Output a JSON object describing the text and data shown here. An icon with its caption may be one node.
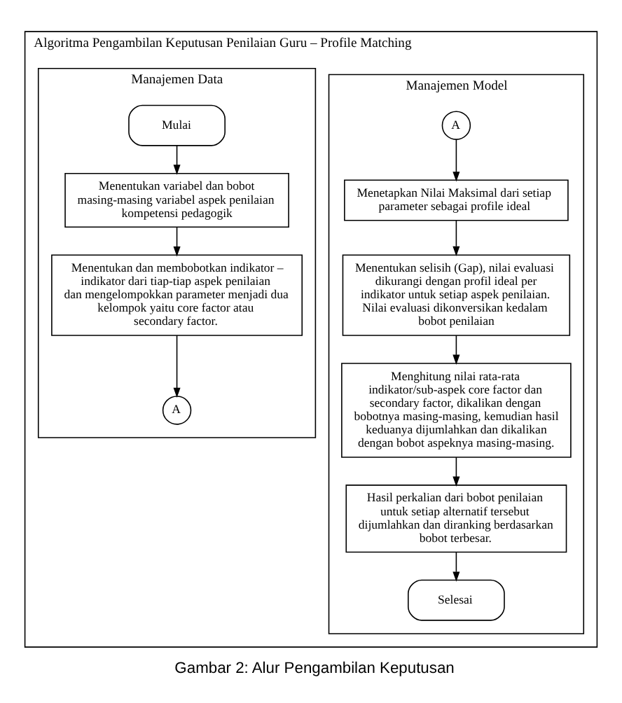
{
  "diagram": {
    "caption": "Gambar 2: Alur Pengambilan Keputusan",
    "nodes": [
      {
        "text": [
          "Algoritma Pengambilan Keputusan Penilaian Guru – Profile Matching"
        ]
      },
      {
        "text": [
          "Manajemen Data"
        ],
        "in": 0
      },
      {
        "text": [
          "Manajemen Model"
        ],
        "in": 0
      },
      {
        "text": [
          "Mulai"
        ],
        "in": 1
      },
      {
        "text": [
          "Menentukan variabel dan bobot masing-masing variabel aspek penilaian kompetensi pedagogik"
        ],
        "in": 1
      },
      {
        "text": [
          "Menentukan dan membobotkan indikator – indikator dari tiap-tiap aspek penilaian dan mengelompokkan parameter menjadi dua kelompok yaitu core factor atau secondary factor."
        ],
        "in": 1
      },
      {
        "text": [
          "A"
        ],
        "in": 1
      },
      {
        "text": [
          "A"
        ],
        "in": 2
      },
      {
        "text": [
          "Menetapkan Nilai Maksimal dari setiap parameter sebagai profile ideal"
        ],
        "in": 2
      },
      {
        "text": [
          "Menentukan selisih (Gap), nilai evaluasi dikurangi dengan profil ideal per indikator untuk setiap aspek penilaian. Nilai evaluasi dikonversikan kedalam bobot penilaian"
        ],
        "in": 2
      },
      {
        "text": [
          "Menghitung nilai rata-rata indikator/sub-aspek core factor dan secondary factor, dikalikan dengan bobotnya masing-masing, kemudian hasil keduanya dijumlahkan dan dikalikan dengan bobot aspeknya masing-masing."
        ],
        "in": 2
      },
      {
        "text": [
          "Hasil perkalian dari bobot penilaian untuk setiap alternatif tersebut dijumlahkan dan diranking berdasarkan bobot terbesar."
        ],
        "in": 2
      },
      {
        "text": [
          "Selesai"
        ],
        "in": 2
      }
    ],
    "edges": [
      {
        "from": 3,
        "to": 4,
        "arrow": "to"
      },
      {
        "from": 4,
        "to": 5,
        "arrow": "to"
      },
      {
        "from": 5,
        "to": 6,
        "arrow": "to"
      },
      {
        "from": 7,
        "to": 8,
        "arrow": "to"
      },
      {
        "from": 8,
        "to": 9,
        "arrow": "to"
      },
      {
        "from": 9,
        "to": 10,
        "arrow": "to"
      },
      {
        "from": 10,
        "to": 11,
        "arrow": "to"
      },
      {
        "from": 11,
        "to": 12,
        "arrow": "to"
      }
    ]
  }
}
